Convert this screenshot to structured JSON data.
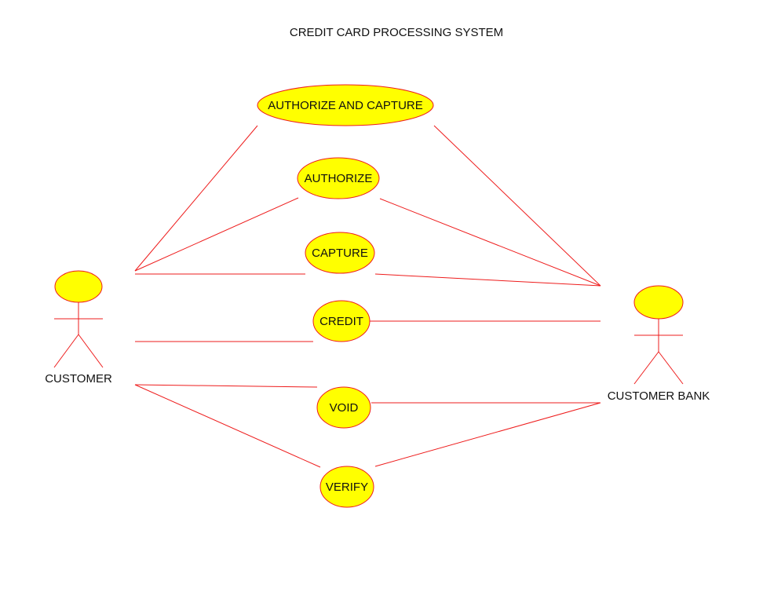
{
  "title": "CREDIT CARD PROCESSING SYSTEM",
  "colors": {
    "line": "#ee1c1c",
    "fill": "#ffff00",
    "text": "#111111"
  },
  "actors": {
    "customer": {
      "label": "CUSTOMER"
    },
    "customer_bank": {
      "label": "CUSTOMER BANK"
    }
  },
  "use_cases": {
    "authorize_and_capture": {
      "label": "AUTHORIZE AND CAPTURE"
    },
    "authorize": {
      "label": "AUTHORIZE"
    },
    "capture": {
      "label": "CAPTURE"
    },
    "credit": {
      "label": "CREDIT"
    },
    "void": {
      "label": "VOID"
    },
    "verify": {
      "label": "VERIFY"
    }
  }
}
